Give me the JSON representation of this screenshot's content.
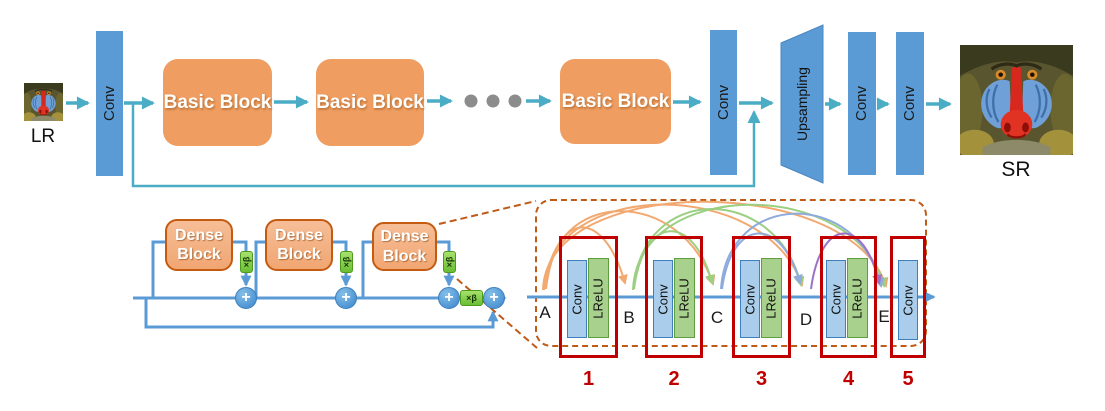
{
  "figure": {
    "top_row": {
      "lr_label": "LR",
      "sr_label": "SR",
      "conv_labels": [
        "Conv",
        "Conv",
        "Conv",
        "Conv"
      ],
      "basic_block_labels": [
        "Basic Block",
        "Basic Block",
        "Basic Block"
      ],
      "upsampling_label": "Upsampling"
    },
    "bottom_row": {
      "dense_blocks": [
        {
          "line1": "Dense",
          "line2": "Block"
        },
        {
          "line1": "Dense",
          "line2": "Block"
        },
        {
          "line1": "Dense",
          "line2": "Block"
        }
      ],
      "beta_labels": [
        "×β",
        "×β",
        "×β",
        "×β"
      ],
      "plus_label": "+",
      "detail": {
        "letters": [
          "A",
          "B",
          "C",
          "D",
          "E"
        ],
        "unit_numbers": [
          "1",
          "2",
          "3",
          "4",
          "5"
        ],
        "units": [
          {
            "conv": "Conv",
            "lrelu": "LReLU"
          },
          {
            "conv": "Conv",
            "lrelu": "LReLU"
          },
          {
            "conv": "Conv",
            "lrelu": "LReLU"
          },
          {
            "conv": "Conv",
            "lrelu": "LReLU"
          },
          {
            "conv": "Conv"
          }
        ]
      }
    },
    "colors": {
      "teal_arrow": "#4BACC6",
      "blue_bar": "#5B9BD5",
      "orange_block": "#EF9D60",
      "dense_fill": "#F4B183",
      "dense_border": "#C55A11",
      "beta_green": "#86D23F",
      "red_box": "#C00000",
      "dashed_orange": "#BF5B17",
      "arc_orange": "#F2A971",
      "arc_green": "#9CCF82",
      "arc_blue": "#8FAADC",
      "arc_purple": "#9B72C6"
    }
  }
}
